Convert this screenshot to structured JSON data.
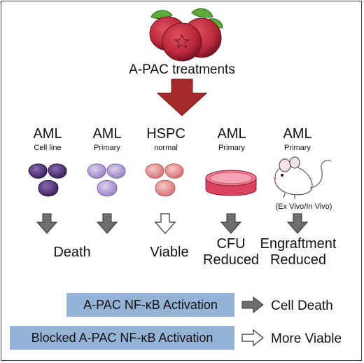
{
  "header": {
    "label": "A-PAC treatments"
  },
  "columns": [
    {
      "title": "AML",
      "subtitle": "Cell line",
      "cell_color": "#5a3a7e",
      "arrow": "filled"
    },
    {
      "title": "AML",
      "subtitle": "Primary",
      "cell_color": "#b9a6d8",
      "arrow": "filled"
    },
    {
      "title": "HSPC",
      "subtitle": "normal",
      "cell_color": "#ef9a9a",
      "arrow": "outline"
    },
    {
      "title": "AML",
      "subtitle": "Primary",
      "icon": "petri-dish-icon",
      "arrow": "filled"
    },
    {
      "title": "AML",
      "subtitle": "Primary",
      "icon": "mouse-icon",
      "note": "(Ex Vivo/In Vivo)",
      "arrow": "filled"
    }
  ],
  "outcomes": {
    "death": "Death",
    "viable": "Viable",
    "cfu": "CFU",
    "cfu_reduced": "Reduced",
    "engraftment": "Engraftment",
    "engraftment_reduced": "Reduced"
  },
  "legend": [
    {
      "label": "A-PAC NF-κB Activation",
      "arrow": "filled",
      "result": "Cell Death"
    },
    {
      "label": "Blocked A-PAC NF-κB  Activation",
      "arrow": "outline",
      "result": "More Viable"
    }
  ],
  "colors": {
    "big_arrow": "#a52a2a",
    "grey_arrow": "#6e6e6e",
    "bar": "#95b3d7",
    "cranberry": "#b8283a",
    "leaf": "#5aa93b"
  }
}
